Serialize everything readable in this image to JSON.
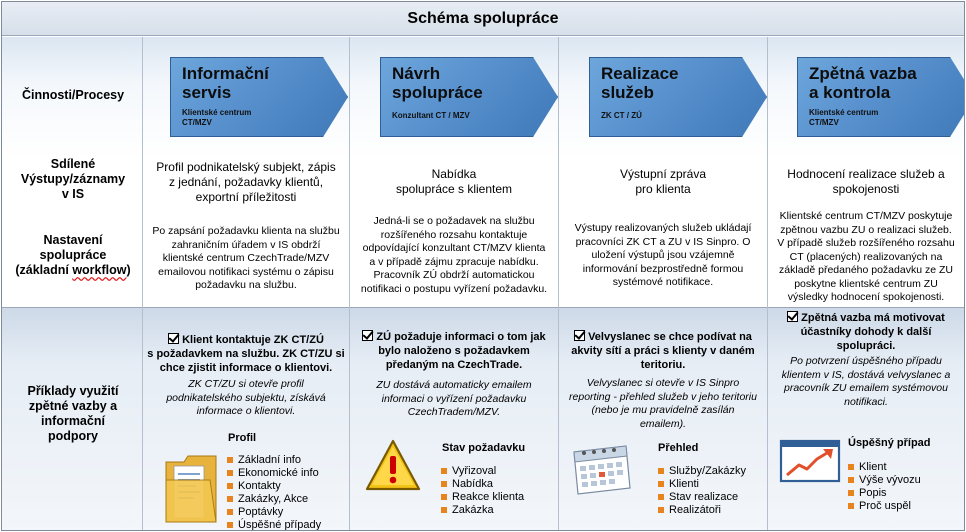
{
  "title": "Schéma spolupráce",
  "row_labels": {
    "processes": "Činnosti/Procesy",
    "outputs_1": "Sdílené",
    "outputs_2": "Výstupy/záznamy",
    "outputs_3": "v IS",
    "workflow_1": "Nastavení",
    "workflow_2": "spolupráce",
    "workflow_3a": "(základní ",
    "workflow_3b": "workflow",
    "workflow_3c": ")",
    "examples_1": "Příklady využití",
    "examples_2": "zpětné vazby a",
    "examples_3": "informační",
    "examples_4": "podpory"
  },
  "columns": [
    {
      "arrow_title_1": "Informační",
      "arrow_title_2": "servis",
      "arrow_sub_1": "Klientské centrum",
      "arrow_sub_2": "CT/MZV",
      "output_1": "Profil podnikatelský subjekt, zápis",
      "output_2": "z jednání, požadavky klientů,",
      "output_3": "exportní příležitosti",
      "workflow_1": "Po zapsání požadavku klienta na službu",
      "workflow_2": "zahraničním úřadem v IS obdrží",
      "workflow_3": "klientské centrum CzechTrade/MZV",
      "workflow_4": "emailovou notifikaci systému o zápisu",
      "workflow_5": "požadavku na službu.",
      "example_bold_1": "Klient kontaktuje ZK CT/ZÚ",
      "example_bold_2": "s požadavkem na službu. ZK CT/ZU si",
      "example_bold_3": "chce zjistit informace o klientovi.",
      "example_it_1": "ZK CT/ZU si otevře profil",
      "example_it_2": "podnikatelského subjektu, získává",
      "example_it_3": "informace o klientovi.",
      "section_title": "Profil",
      "section_items": [
        "Základní info",
        "Ekonomické info",
        "Kontakty",
        "Zakázky, Akce",
        "Poptávky",
        "Úspěšné případy"
      ]
    },
    {
      "arrow_title_1": "Návrh",
      "arrow_title_2": "spolupráce",
      "arrow_sub_1": "Konzultant CT / MZV",
      "output_1": "Nabídka",
      "output_2": "spolupráce s klientem",
      "workflow_1": "Jedná-li se o požadavek na službu",
      "workflow_2": "rozšířeného rozsahu kontaktuje",
      "workflow_3": "odpovídající konzultant CT/MZV klienta",
      "workflow_4": "a v případě zájmu zpracuje nabídku.",
      "workflow_5": "Pracovník ZÚ obdrží automatickou",
      "workflow_6": "notifikaci o postupu vyřízení požadavku.",
      "example_bold_1": "ZÚ požaduje informaci o tom jak",
      "example_bold_2": "bylo naloženo s požadavkem",
      "example_bold_3": "předaným na CzechTrade.",
      "example_it_1": "ZU dostává automaticky emailem",
      "example_it_2": "informaci o vyřízení požadavku",
      "example_it_3": "CzechTradem/MZV.",
      "section_title": "Stav požadavku",
      "section_items": [
        "Vyřizoval",
        "Nabídka",
        "Reakce klienta",
        "Zakázka"
      ]
    },
    {
      "arrow_title_1": "Realizace",
      "arrow_title_2": "služeb",
      "arrow_sub_1": "ZK CT / ZÚ",
      "output_1": "Výstupní zpráva",
      "output_2": "pro klienta",
      "workflow_1": "Výstupy realizovaných služeb ukládají",
      "workflow_2": "pracovníci ZK CT a ZU v IS Sinpro. O",
      "workflow_3": "uložení výstupů jsou vzájemně",
      "workflow_4": "informování bezprostředně formou",
      "workflow_5": "systémové notifikace.",
      "example_bold_1": "Velvyslanec se chce podívat na",
      "example_bold_2": "akvity sítí a práci s klienty v daném",
      "example_bold_3": "teritoriu.",
      "example_it_1": "Velvyslanec si otevře v IS Sinpro",
      "example_it_2": "reporting - přehled služeb v jeho teritoriu",
      "example_it_3": "(nebo je mu pravidelně zasílán",
      "example_it_4": "emailem).",
      "section_title": "Přehled",
      "section_items": [
        "Služby/Zakázky",
        "Klienti",
        "Stav realizace",
        "Realizátoři"
      ]
    },
    {
      "arrow_title_1": "Zpětná vazba",
      "arrow_title_2": "a kontrola",
      "arrow_sub_1": "Klientské centrum",
      "arrow_sub_2": "CT/MZV",
      "output_1": "Hodnocení realizace služeb a",
      "output_2": "spokojenosti",
      "workflow_1": "Klientské centrum CT/MZV poskytuje",
      "workflow_2": "zpětnou vazbu ZU o realizaci služeb.",
      "workflow_3": "V případě služeb rozšířeného rozsahu",
      "workflow_4": "CT (placených) realizovaných na",
      "workflow_5": "základě předaného požadavku ze ZU",
      "workflow_6": "poskytne klientské centrum ZU",
      "workflow_7": "výsledky hodnocení spokojenosti.",
      "example_bold_1": "Zpětná vazba má motivovat",
      "example_bold_2": "účastníky dohody k další",
      "example_bold_3": "spolupráci.",
      "example_it_1": "Po potvrzení úspěšného případu",
      "example_it_2": "klientem v IS, dostává velvyslanec a",
      "example_it_3": "pracovník ZU emailem systémovou",
      "example_it_4": "notifikaci.",
      "section_title": "Úspěšný případ",
      "section_items": [
        "Klient",
        "Výše vývozu",
        "Popis",
        "Proč uspěl"
      ]
    }
  ],
  "colors": {
    "arrow": "#5a93cf",
    "bullet": "#e7841e",
    "band": "#dbe6f2"
  }
}
